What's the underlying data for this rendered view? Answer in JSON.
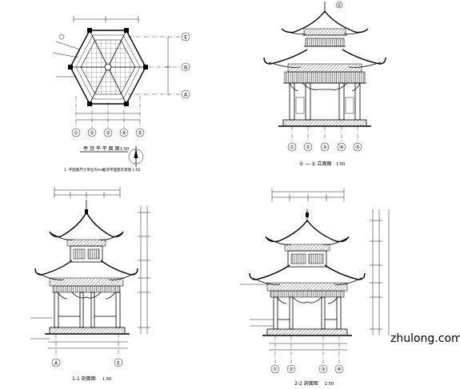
{
  "sheet": {
    "plan": {
      "title": "亭 顶 平 平 面 图",
      "scale": "1:50",
      "notes": [
        "1. 平面图尺寸单位为mm",
        "屋顶平面图示意图 1:50"
      ],
      "axis_bottom": [
        "①",
        "②",
        "③",
        "④",
        "⑤"
      ],
      "axis_right": [
        "E",
        "B",
        "A"
      ]
    },
    "front": {
      "caption": "① — ⑤ 立面图",
      "scale": "1:50",
      "axis": [
        "①",
        "②",
        "③",
        "④",
        "⑤"
      ],
      "top_marker": "①"
    },
    "section1": {
      "caption": "1-1 剖面图",
      "scale": "1:50",
      "axis": [
        "A",
        "E"
      ]
    },
    "section2": {
      "caption": "2-2 剖面图",
      "scale": "1:50",
      "axis": [
        "①",
        "②",
        "③",
        "④"
      ]
    },
    "watermark": "zhulong.com"
  }
}
